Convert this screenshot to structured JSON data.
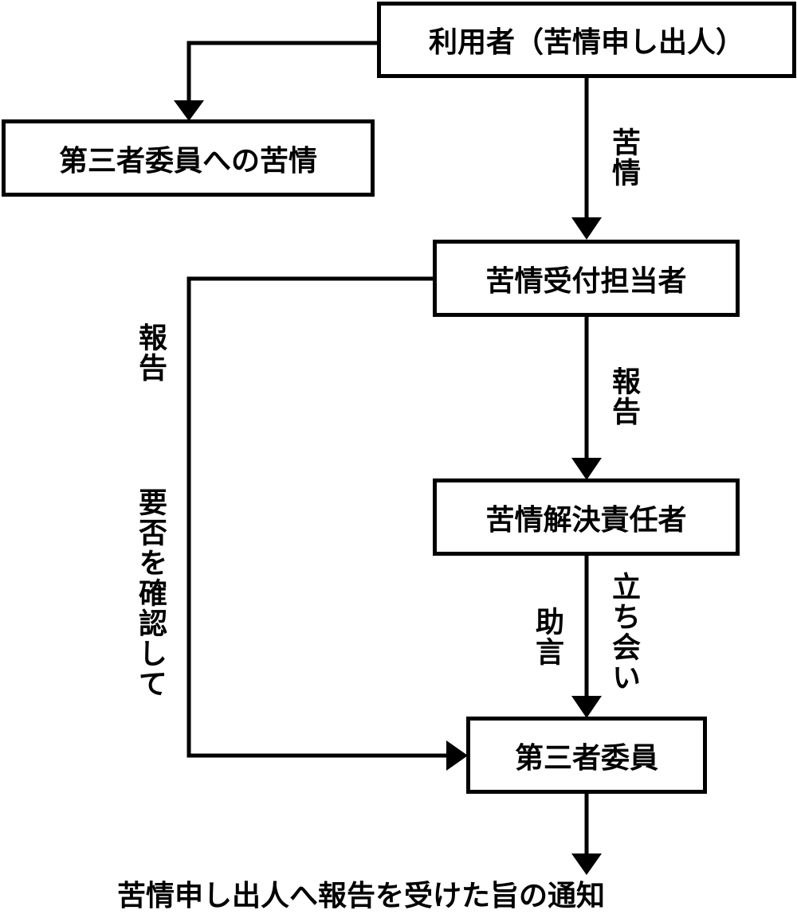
{
  "boxes": {
    "user": "利用者（苦情申し出人）",
    "third_party_complaint": "第三者委員への苦情",
    "reception_officer": "苦情受付担当者",
    "resolution_officer": "苦情解決責任者",
    "third_party_member": "第三者委員"
  },
  "labels": {
    "complaint": "苦情",
    "report_center": "報告",
    "report_left": "報告",
    "confirm_need": "要否を確認して",
    "advice": "助言",
    "attendance": "立ち会い",
    "final_notice": "苦情申し出人へ報告を受けた旨の通知"
  }
}
